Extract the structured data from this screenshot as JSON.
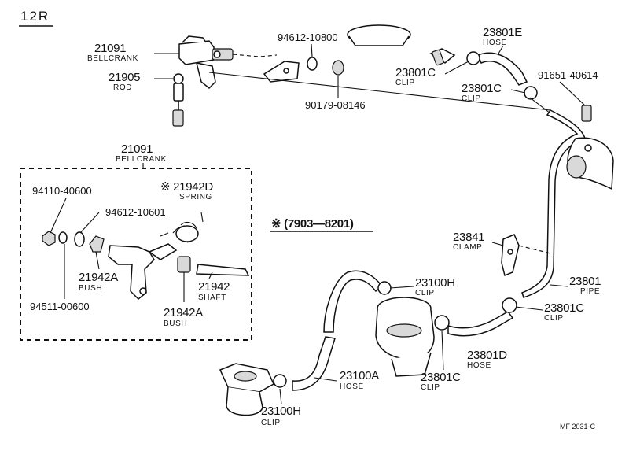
{
  "model": "12R",
  "reference": "MF 2031-C",
  "inset_note": "※ (7903—8201)",
  "callouts": {
    "bellcrank_main": {
      "number": "21091",
      "name": "BELLCRANK"
    },
    "rod": {
      "number": "21905",
      "name": "ROD"
    },
    "washer_10800": {
      "number": "94612-10800"
    },
    "nut_08146": {
      "number": "90179-08146"
    },
    "hose_e": {
      "number": "23801E",
      "name": "HOSE"
    },
    "clip_c_top": {
      "number": "23801C",
      "name": "CLIP"
    },
    "clip_c_mid": {
      "number": "23801C",
      "name": "CLIP"
    },
    "bolt_40614": {
      "number": "91651-40614"
    },
    "clamp": {
      "number": "23841",
      "name": "CLAMP"
    },
    "pipe": {
      "number": "23801",
      "name": "PIPE"
    },
    "clip_c_right": {
      "number": "23801C",
      "name": "CLIP"
    },
    "hose_d": {
      "number": "23801D",
      "name": "HOSE"
    },
    "clip_c_low": {
      "number": "23801C",
      "name": "CLIP"
    },
    "clip_h_top": {
      "number": "23100H",
      "name": "CLIP"
    },
    "hose_a": {
      "number": "23100A",
      "name": "HOSE"
    },
    "clip_h_bottom": {
      "number": "23100H",
      "name": "CLIP"
    },
    "bellcrank_inset": {
      "number": "21091",
      "name": "BELLCRANK"
    },
    "nut_40600": {
      "number": "94110-40600"
    },
    "washer_10601": {
      "number": "94612-10601"
    },
    "spring": {
      "number": "※ 21942D",
      "name": "SPRING"
    },
    "bush_a_left": {
      "number": "21942A",
      "name": "BUSH"
    },
    "shaft": {
      "number": "21942",
      "name": "SHAFT"
    },
    "bush_a_bottom": {
      "number": "21942A",
      "name": "BUSH"
    },
    "washer_00600": {
      "number": "94511-00600"
    }
  }
}
